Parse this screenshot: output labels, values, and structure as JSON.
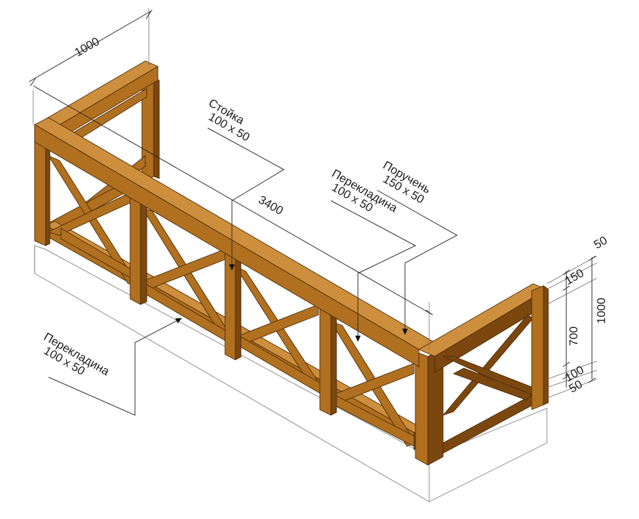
{
  "colors": {
    "wood_top": "#cd8f3d",
    "wood_front": "#b0701f",
    "wood_side": "#7b470f",
    "wood_edge": "#4a2a08",
    "base_stroke": "#8c8c8c",
    "line": "#2a2a2a"
  },
  "labels": {
    "post_title": "Стойка",
    "post_size": "100 x 50",
    "handrail_title": "Поручень",
    "handrail_size": "150 x 50",
    "crossbar_right_title": "Перекладина",
    "crossbar_right_size": "100 x 50",
    "crossbar_left_title": "Перекладина",
    "crossbar_left_size": "100 x 50"
  },
  "dimensions": {
    "depth": "1000",
    "length": "3400",
    "handrail_width": "50",
    "top_rail": "150",
    "infill": "700",
    "bottom_gap": "100",
    "bottom_offset": "50",
    "total_height": "1000"
  }
}
